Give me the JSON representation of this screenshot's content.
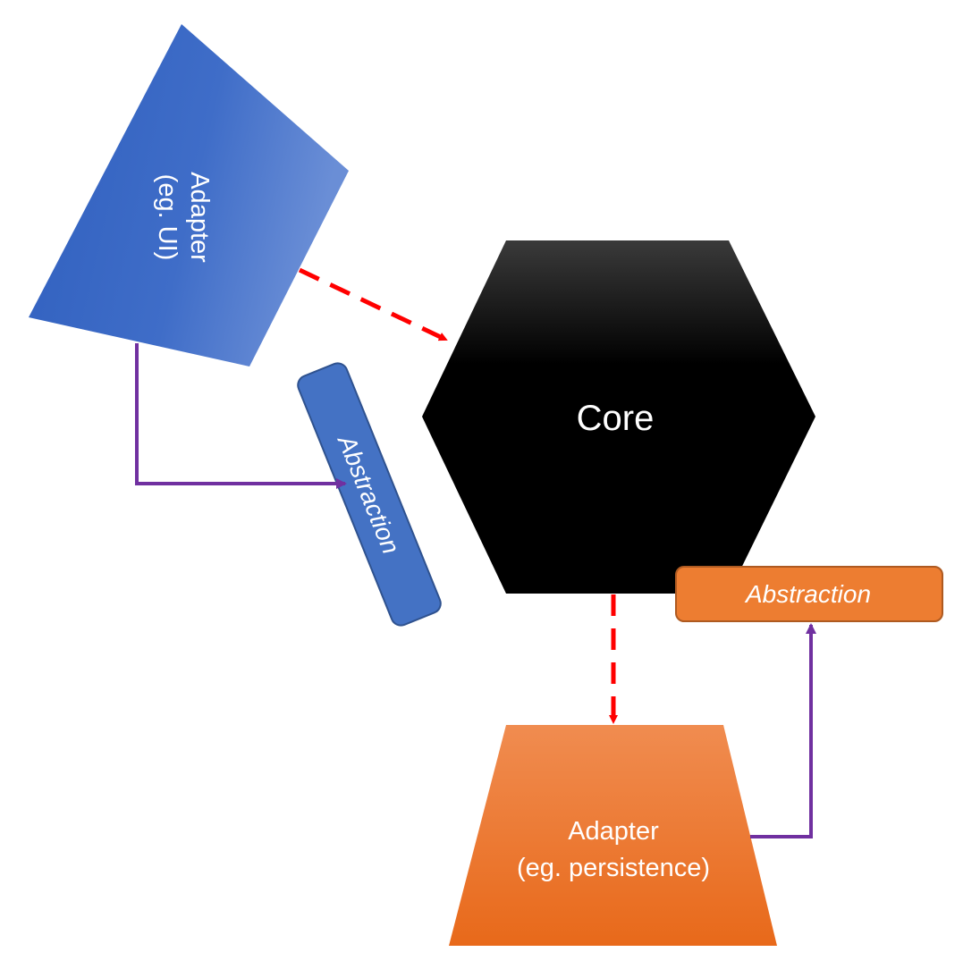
{
  "core": {
    "label": "Core",
    "color": "#000000"
  },
  "ui_adapter": {
    "line1": "Adapter",
    "line2": "(eg. UI)",
    "color": "#4472C4"
  },
  "ui_abstraction": {
    "label": "Abstraction",
    "color": "#4472C4"
  },
  "persistence_adapter": {
    "line1": "Adapter",
    "line2": "(eg. persistence)",
    "color": "#ED7D31"
  },
  "persistence_abstraction": {
    "label": "Abstraction",
    "color": "#ED7D31"
  },
  "connectors": {
    "dependency_color": "#FF0000",
    "implements_color": "#7030A0"
  }
}
